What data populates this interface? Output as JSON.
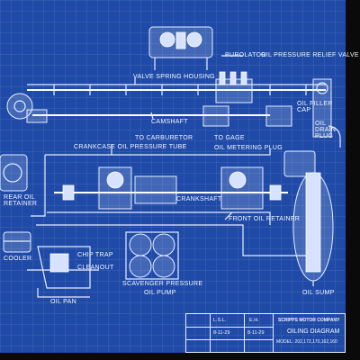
{
  "labels": {
    "purolator": "Purolator",
    "oil_pressure_relief_valve": "Oil Pressure Relief Valve",
    "valve_spring_housing": "Valve Spring Housing",
    "oil_filler_cap": "Oil Filler Cap",
    "camshaft": "Camshaft",
    "to_carburetor": "To Carburetor",
    "to_gage": "To Gage",
    "oil_drain_plug": "Oil Drain Plug",
    "crankcase_oil_pressure_tube": "Crankcase Oil Pressure Tube",
    "oil_metering_plug": "Oil Metering Plug",
    "crankshaft": "Crankshaft",
    "front_oil_retainer": "Front Oil Retainer",
    "rear_oil_retainer": "Rear Oil Retainer",
    "cooler": "Cooler",
    "chip_trap": "Chip Trap",
    "cleanout": "Cleanout",
    "scavenger_pressure": "Scavenger Pressure",
    "oil_pump": "Oil Pump",
    "oil_pan": "Oil Pan",
    "oil_sump": "Oil Sump"
  },
  "title_block": {
    "company": "SCRIPPS MOTOR COMPANY",
    "drawing_title": "OILING DIAGRAM",
    "model_line": "MODEL: 202,172,170,162,160",
    "initials_1": "L.S.L.",
    "initials_2": "E.H.",
    "date_1": "8-11-29",
    "date_2": "8-11-29"
  }
}
